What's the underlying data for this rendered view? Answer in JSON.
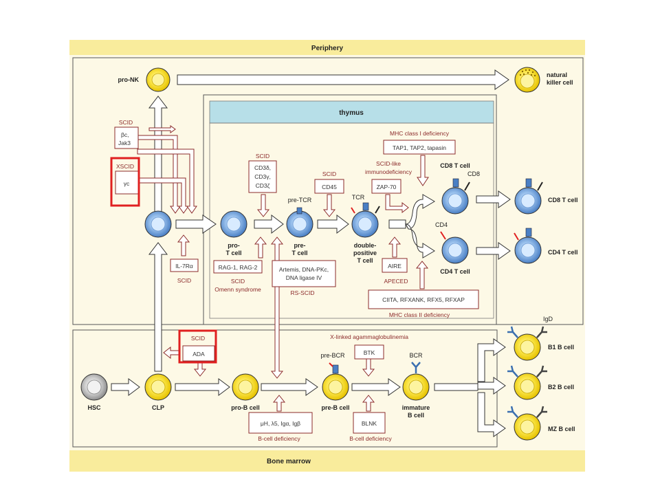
{
  "sections": {
    "periphery": "Periphery",
    "thymus": "thymus",
    "bone_marrow": "Bone marrow"
  },
  "cells": {
    "pro_nk": "pro-NK",
    "nk_line1": "natural",
    "nk_line2": "killer cell",
    "hsc": "HSC",
    "clp": "CLP",
    "pro_t_1": "pro-",
    "pro_t_2": "T cell",
    "pre_t_1": "pre-",
    "pre_t_2": "T cell",
    "pre_tcr": "pre-TCR",
    "tcr": "TCR",
    "dp_1": "double-",
    "dp_2": "positive",
    "dp_3": "T cell",
    "cd8_t_thymus": "CD8 T cell",
    "cd8_marker": "CD8",
    "cd4_marker": "CD4",
    "cd4_t_thymus": "CD4 T cell",
    "cd8_t_periph": "CD8 T cell",
    "cd4_t_periph": "CD4 T cell",
    "pro_b": "pro-B cell",
    "pre_b": "pre-B cell",
    "pre_bcr": "pre-BCR",
    "bcr": "BCR",
    "imm_b_1": "immature",
    "imm_b_2": "B cell",
    "igd": "IgD",
    "b1": "B1 B cell",
    "b2": "B2 B cell",
    "mz": "MZ B cell"
  },
  "defects": {
    "scid_bc": "SCID",
    "bc_1": "βc,",
    "bc_2": "Jak3",
    "xscid": "XSCID",
    "gamma_c": "γc",
    "il7_box": "IL-7Rα",
    "il7_scid": "SCID",
    "cd3_scid": "SCID",
    "cd3_1": "CD3δ,",
    "cd3_2": "CD3γ,",
    "cd3_3": "CD3ζ",
    "rag_box": "RAG-1, RAG-2",
    "rag_scid": "SCID",
    "omenn": "Omenn syndrome",
    "artemis_1": "Artemis, DNA-PKc,",
    "artemis_2": "DNA ligase IV",
    "rs_scid": "RS-SCID",
    "cd45_scid": "SCID",
    "cd45_box": "CD45",
    "mhc1_title": "MHC class I  deficiency",
    "mhc1_box": "TAP1, TAP2, tapasin",
    "scid_like_1": "SCID-like",
    "scid_like_2": "immunodeficiency",
    "zap70": "ZAP-70",
    "aire": "AIRE",
    "apeced": "APECED",
    "mhc2_box": "CIITA, RFXANK, RFX5, RFXAP",
    "mhc2_title": "MHC class II deficiency",
    "ada_scid": "SCID",
    "ada_box": "ADA",
    "xla": "X-linked agammaglobulinemia",
    "btk": "BTK",
    "mu_box": "μH, λ5, Igα, Igβ",
    "bcell_def_1": "B-cell deficiency",
    "blnk": "BLNK",
    "bcell_def_2": "B-cell deficiency"
  },
  "colors": {
    "page_bg": "#fdf9e6",
    "band_yellow": "#f9ec9c",
    "thymus_blue": "#b7dfe8",
    "defect_red": "#8b2a2a",
    "highlight_red": "#e02020",
    "t_cell_blue": "#5b8fd1",
    "b_cell_yellow": "#f2d800"
  }
}
